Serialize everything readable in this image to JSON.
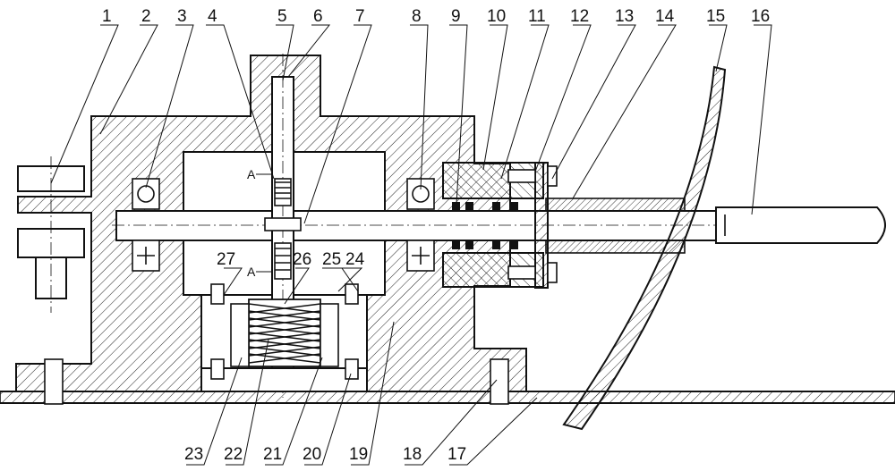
{
  "callouts_top": [
    "1",
    "2",
    "3",
    "4",
    "5",
    "6",
    "7",
    "8",
    "9",
    "10",
    "11",
    "12",
    "13",
    "14",
    "15",
    "16"
  ],
  "callouts_bottom": [
    "23",
    "22",
    "21",
    "20",
    "19",
    "18",
    "17"
  ],
  "callouts_inner": [
    "27",
    "26",
    "25",
    "24"
  ],
  "section_labels": [
    "A",
    "A"
  ],
  "colors": {
    "line": "#111111",
    "background": "#ffffff",
    "hatch": "#222222"
  }
}
